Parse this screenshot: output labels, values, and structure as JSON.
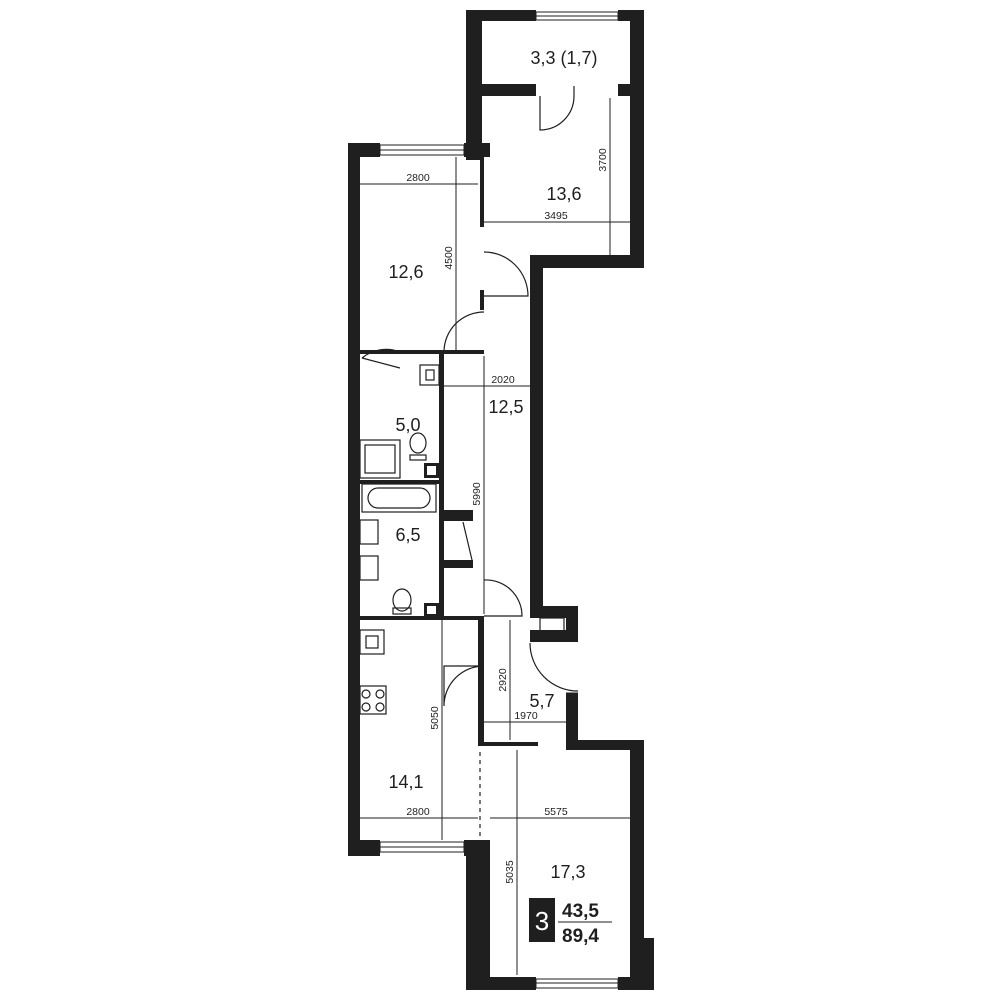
{
  "rooms": [
    {
      "id": "balcony",
      "area": "3,3 (1,7)"
    },
    {
      "id": "bedroom-top-right",
      "area": "13,6"
    },
    {
      "id": "bedroom-top-left",
      "area": "12,6"
    },
    {
      "id": "bathroom-small",
      "area": "5,0"
    },
    {
      "id": "hallway",
      "area": "12,5"
    },
    {
      "id": "bathroom-large",
      "area": "6,5"
    },
    {
      "id": "kitchen",
      "area": "14,1"
    },
    {
      "id": "entry-hall",
      "area": "5,7"
    },
    {
      "id": "living-room",
      "area": "17,3"
    }
  ],
  "dimensions": {
    "d2800_top": "2800",
    "d4500": "4500",
    "d3495": "3495",
    "d3700": "3700",
    "d2020": "2020",
    "d5990": "5990",
    "d2920": "2920",
    "d1970": "1970",
    "d5050": "5050",
    "d2800_bottom": "2800",
    "d5575": "5575",
    "d5035": "5035"
  },
  "badge": {
    "rooms": "3",
    "living_area": "43,5",
    "total_area": "89,4"
  }
}
